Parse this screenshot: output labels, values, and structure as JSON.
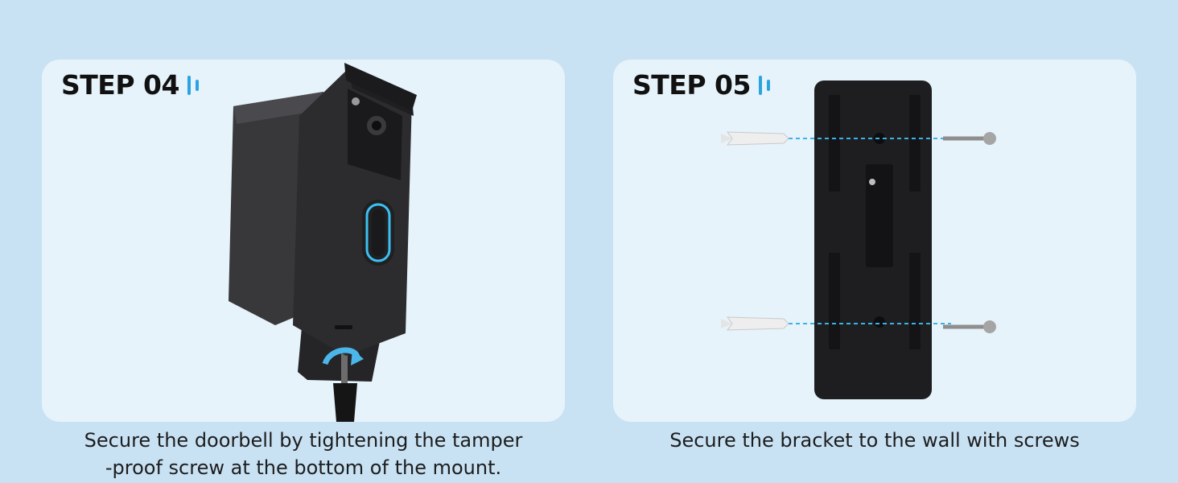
{
  "step4": {
    "title": "STEP 04",
    "caption_lines": [
      "Secure the doorbell by tightening the tamper",
      "-proof screw at the bottom of the mount."
    ]
  },
  "step5": {
    "title": "STEP 05",
    "caption_lines": [
      "Secure the bracket to the wall with screws"
    ]
  },
  "colors": {
    "background": "#c8e2f4",
    "panel": "#e6f3fb",
    "accent": "#2aa4df",
    "device": "#2b2b2e"
  },
  "icons": {
    "step_marker": "signal-bars-icon",
    "arrow": "rotate-arrow-icon",
    "screwdriver": "screwdriver-icon",
    "anchor": "wall-anchor-icon",
    "screw": "screw-icon"
  }
}
